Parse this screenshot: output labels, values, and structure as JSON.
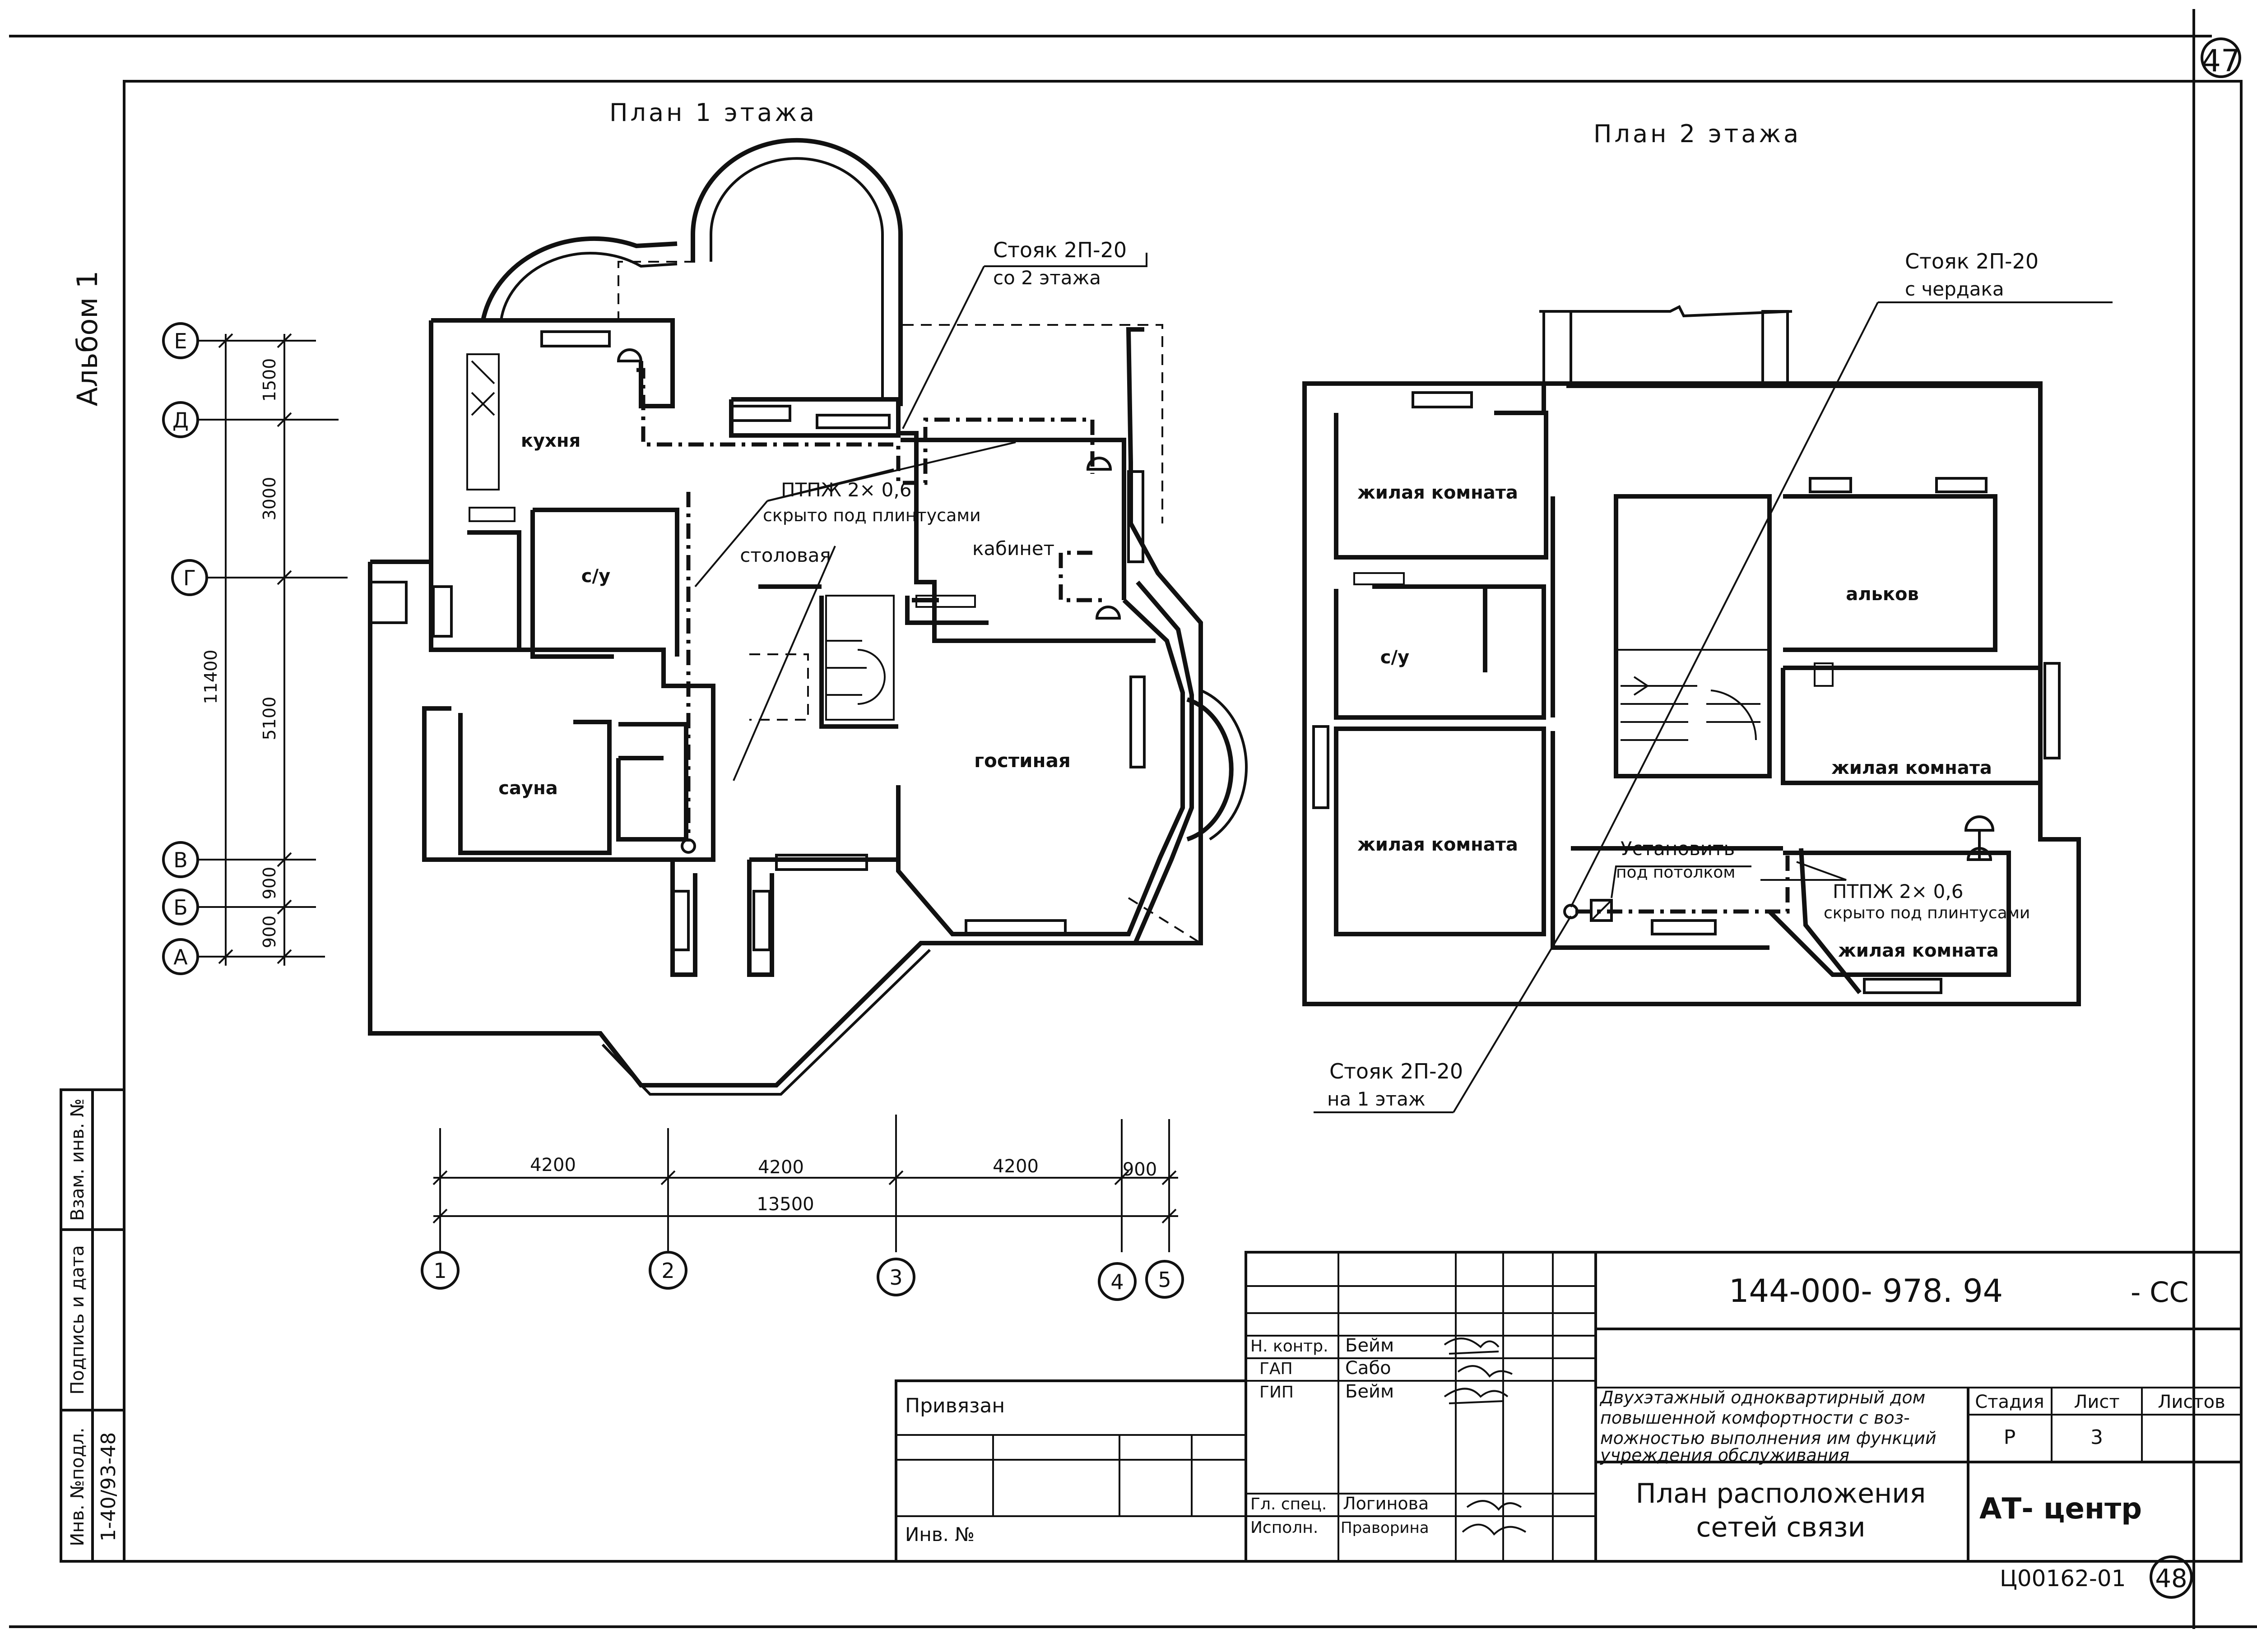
{
  "sheet": {
    "page_number_top": "47",
    "page_number_bottom": "48",
    "album_label": "Альбом 1",
    "copy_code": "Ц00162-01"
  },
  "plan1": {
    "title": "План 1 этажа",
    "riser_label": "Стояк 2П-20",
    "riser_note": "со 2 этажа",
    "cable_label": "ПТПЖ 2× 0,6",
    "cable_note": "скрыто под плинтусами",
    "rooms": {
      "kitchen": "кухня",
      "wc": "с/у",
      "dining": "столовая",
      "study": "кабинет",
      "sauna": "сауна",
      "living": "гостиная"
    },
    "grid_rows": [
      "Е",
      "Д",
      "Г",
      "В",
      "Б",
      "А"
    ],
    "row_dims": [
      "1500",
      "3000",
      "5100",
      "900",
      "900"
    ],
    "row_total": "11400",
    "grid_cols": [
      "1",
      "2",
      "3",
      "4",
      "5"
    ],
    "col_dims": [
      "4200",
      "4200",
      "4200",
      "900"
    ],
    "col_total": "13500"
  },
  "plan2": {
    "title": "План 2 этажа",
    "riser_top_label": "Стояк 2П-20",
    "riser_top_note": "с чердака",
    "riser_bottom_label": "Стояк 2П-20",
    "riser_bottom_note": "на 1 этаж",
    "install_label": "Установить",
    "install_note": "под потолком",
    "cable_label": "ПТПЖ 2× 0,6",
    "cable_note": "скрыто под плинтусами",
    "rooms": {
      "living_room_nw": "жилая комната",
      "wc": "с/у",
      "living_room_sw": "жилая комната",
      "alcove": "альков",
      "living_room_e": "жилая комната",
      "living_room_se": "жилая комната"
    }
  },
  "side_stamp": {
    "inv_original": "Инв. №подл.",
    "sign_date": "Подпись и дата",
    "replace_inv": "Взам. инв. №",
    "inv_value": "1-40/93-48"
  },
  "title_block": {
    "doc_code": "144-000- 978. 94",
    "doc_suffix": "- СС",
    "bound_label": "Привязан",
    "inv_label": "Инв. №",
    "roles": [
      "Н. контр.",
      "ГАП",
      "ГИП",
      "Гл. спец.",
      "Исполн."
    ],
    "names": [
      "Бейм",
      "Сабо",
      "Бейм",
      "Логинова",
      "Праворина"
    ],
    "project_description": [
      "Двухэтажный одноквартирный дом",
      "повышенной комфортности с воз-",
      "можностью выполнения им функций",
      "учреждения обслуживания"
    ],
    "stage_header": "Стадия",
    "sheet_header": "Лист",
    "sheets_header": "Листов",
    "stage_value": "Р",
    "sheet_value": "3",
    "sheets_value": "",
    "drawing_title_line1": "План расположения",
    "drawing_title_line2": "сетей связи",
    "organization": "АТ- центр"
  }
}
